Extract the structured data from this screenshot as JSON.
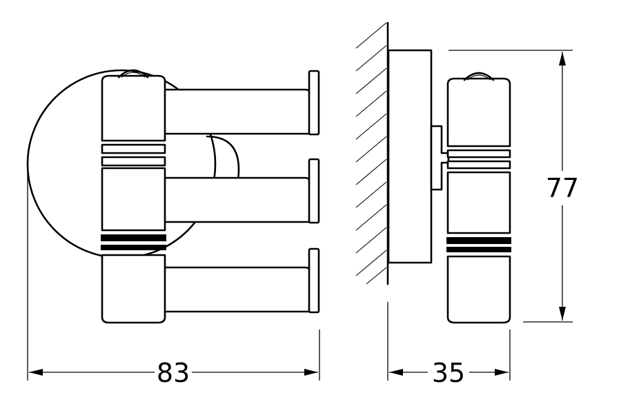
{
  "dimensions": {
    "width": "83",
    "depth": "35",
    "height": "77"
  }
}
